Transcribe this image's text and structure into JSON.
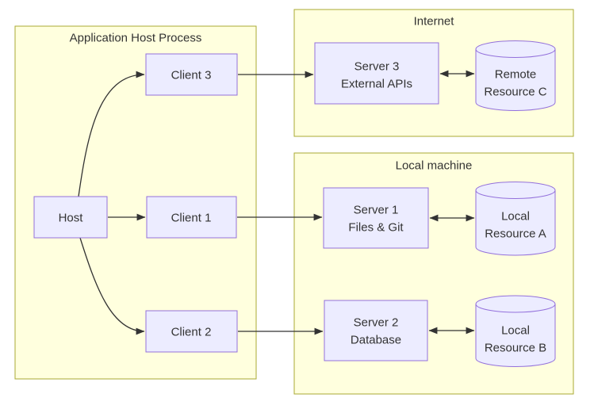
{
  "diagram": {
    "type": "architecture-flowchart",
    "containers": [
      {
        "label": "Application Host Process"
      },
      {
        "label": "Internet"
      },
      {
        "label": "Local machine"
      }
    ],
    "nodes": {
      "host": {
        "label": "Host",
        "shape": "rect"
      },
      "client3": {
        "label": "Client 3",
        "shape": "rect"
      },
      "client1": {
        "label": "Client 1",
        "shape": "rect"
      },
      "client2": {
        "label": "Client 2",
        "shape": "rect"
      },
      "server3": {
        "line1": "Server 3",
        "line2": "External APIs",
        "shape": "rect"
      },
      "server1": {
        "line1": "Server 1",
        "line2": "Files & Git",
        "shape": "rect"
      },
      "server2": {
        "line1": "Server 2",
        "line2": "Database",
        "shape": "rect"
      },
      "resourceC": {
        "line1": "Remote",
        "line2": "Resource C",
        "shape": "cylinder"
      },
      "resourceA": {
        "line1": "Local",
        "line2": "Resource A",
        "shape": "cylinder"
      },
      "resourceB": {
        "line1": "Local",
        "line2": "Resource B",
        "shape": "cylinder"
      }
    },
    "edges": [
      {
        "from": "Host",
        "to": "Client 3",
        "direction": "one-way"
      },
      {
        "from": "Host",
        "to": "Client 1",
        "direction": "one-way"
      },
      {
        "from": "Host",
        "to": "Client 2",
        "direction": "one-way"
      },
      {
        "from": "Client 3",
        "to": "Server 3 External APIs",
        "direction": "one-way"
      },
      {
        "from": "Client 1",
        "to": "Server 1 Files & Git",
        "direction": "one-way"
      },
      {
        "from": "Client 2",
        "to": "Server 2 Database",
        "direction": "one-way"
      },
      {
        "from": "Server 3 External APIs",
        "to": "Remote Resource C",
        "direction": "two-way"
      },
      {
        "from": "Server 1 Files & Git",
        "to": "Local Resource A",
        "direction": "two-way"
      },
      {
        "from": "Server 2 Database",
        "to": "Local Resource B",
        "direction": "two-way"
      }
    ],
    "colors": {
      "background": "#ffffff",
      "container_fill": "#ffffde",
      "container_border": "#aaaa33",
      "node_fill": "#ececff",
      "node_border": "#9370db",
      "edge": "#333333",
      "text": "#333333"
    }
  }
}
